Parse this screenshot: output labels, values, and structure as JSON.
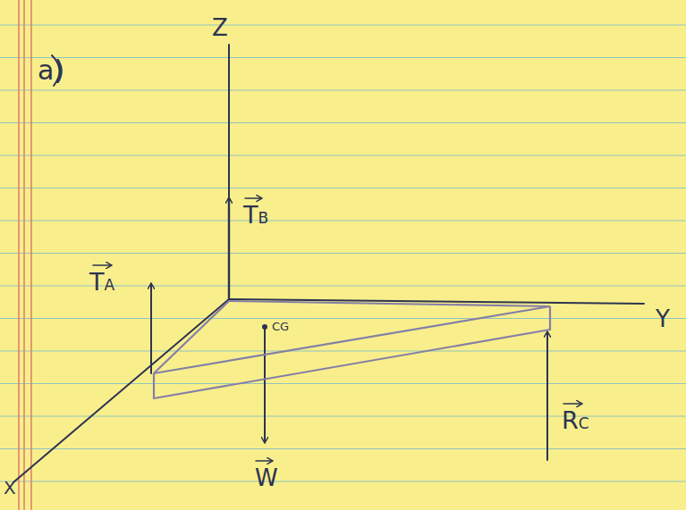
{
  "diagram": {
    "labels": [
      "a)",
      "Z",
      "Y",
      "X",
      "TA",
      "TB",
      "CG",
      "W",
      "RC"
    ]
  }
}
